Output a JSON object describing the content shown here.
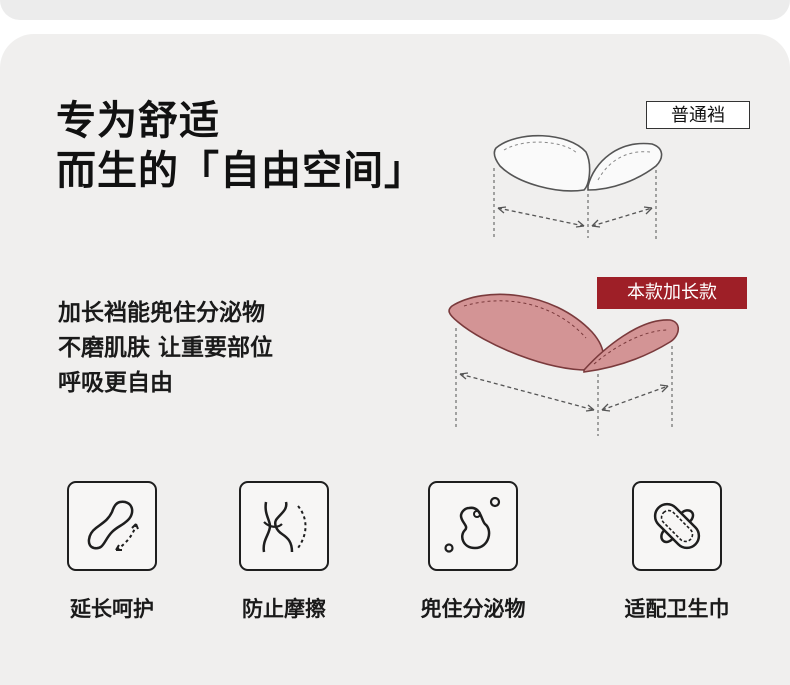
{
  "headline": {
    "line1": "专为舒适",
    "line2": "而生的「自由空间」"
  },
  "description": {
    "line1": "加长裆能兜住分泌物",
    "line2": "不磨肌肤 让重要部位",
    "line3": "呼吸更自由"
  },
  "badges": {
    "normal": "普通裆",
    "extended": "本款加长款"
  },
  "colors": {
    "accent": "#9e1f27",
    "pad_fill": "#d39495",
    "panel_bg": "#f0efee"
  },
  "features": [
    {
      "icon": "pad-extend-icon",
      "label": "延长呵护"
    },
    {
      "icon": "hip-curve-icon",
      "label": "防止摩擦"
    },
    {
      "icon": "droplet-icon",
      "label": "兜住分泌物"
    },
    {
      "icon": "sanitary-pad-icon",
      "label": "适配卫生巾"
    }
  ]
}
